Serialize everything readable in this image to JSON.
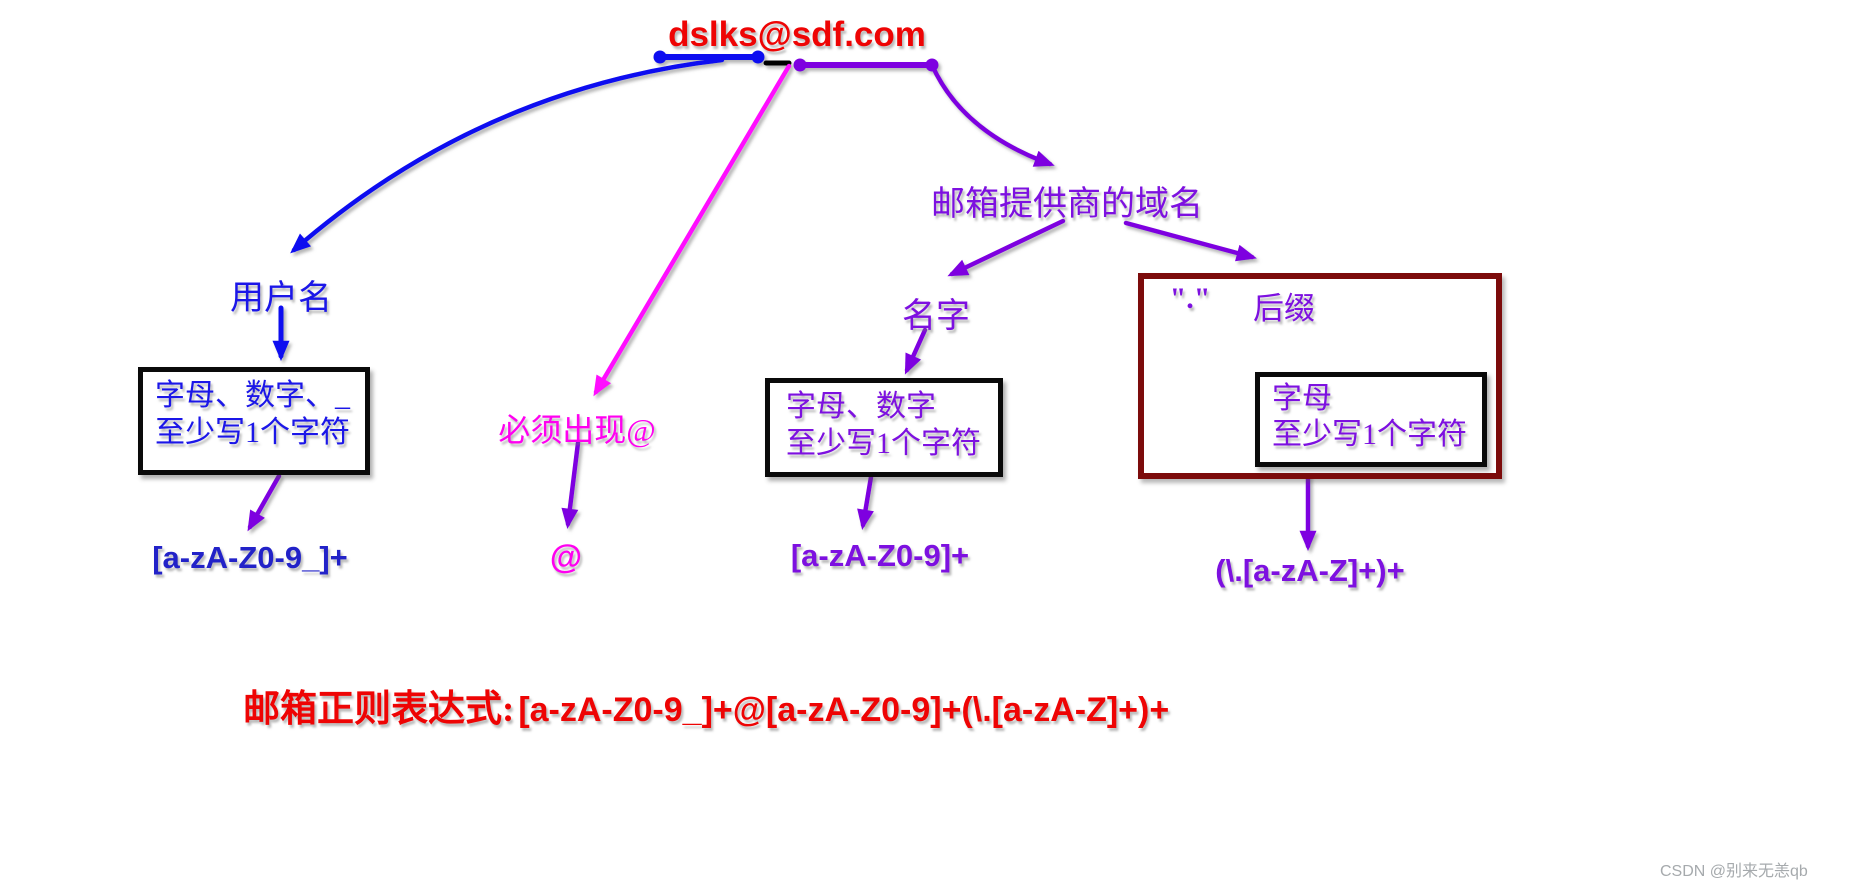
{
  "title": {
    "email": "dslks@sdf.com"
  },
  "labels": {
    "username": "用户名",
    "must_have_at": "必须出现@",
    "provider_domain": "邮箱提供商的域名",
    "name": "名字",
    "dot": "\".\"",
    "suffix": "后缀"
  },
  "boxes": {
    "username_rule": {
      "line1": "字母、数字、_",
      "line2": "至少写1个字符"
    },
    "name_rule": {
      "line1": "字母、数字",
      "line2": "至少写1个字符"
    },
    "suffix_rule": {
      "line1": "字母",
      "line2": "至少写1个字符"
    }
  },
  "regex": {
    "username": "[a-zA-Z0-9_]+",
    "at": "@",
    "name": "[a-zA-Z0-9]+",
    "suffix": "(\\.[a-zA-Z]+)+"
  },
  "formula": {
    "label": "邮箱正则表达式:",
    "value": "[a-zA-Z0-9_]+@[a-zA-Z0-9]+(\\.[a-zA-Z]+)+"
  },
  "watermark": "CSDN @别来无恙qb",
  "colors": {
    "title_red": "#ee0404",
    "blue": "#0a0af0",
    "text_blue": "#1b16e8",
    "regex_blue": "#2222c8",
    "magenta": "#ff00f0",
    "violet": "#7d10e0",
    "maroon_border": "#7c0b0b",
    "box_border": "#0a0a0a"
  }
}
